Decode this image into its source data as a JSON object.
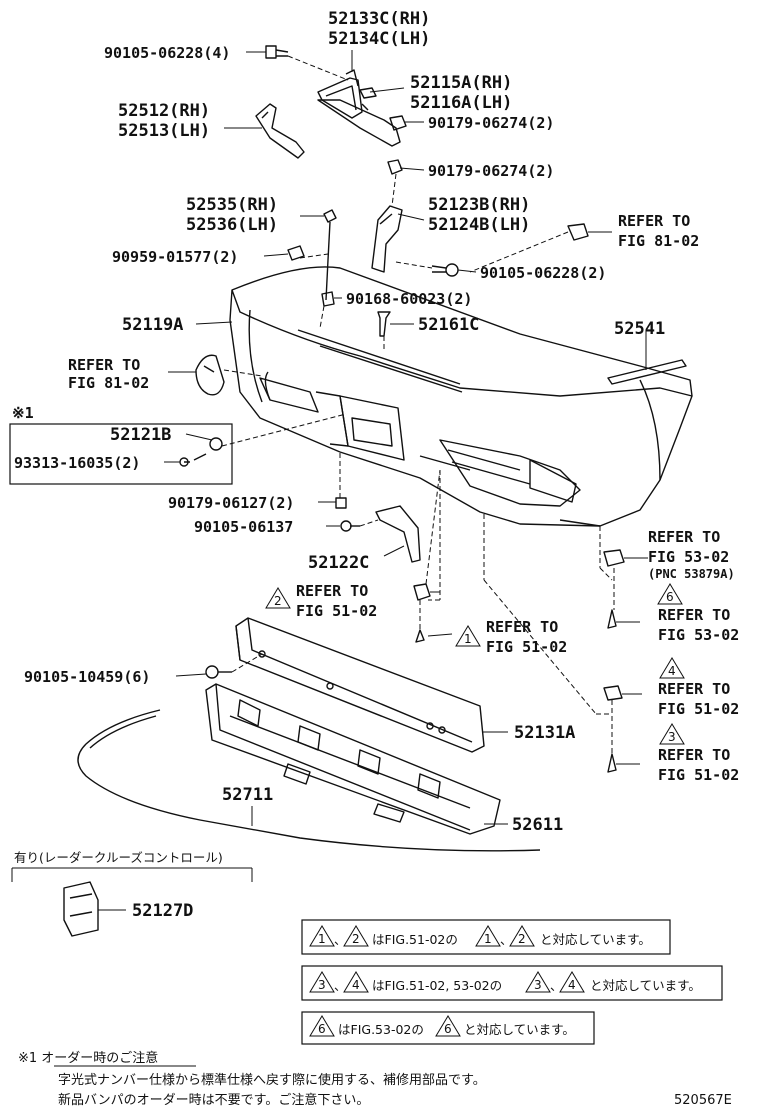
{
  "labels": {
    "p52133C": "52133C(RH)",
    "p52134C": "52134C(LH)",
    "p90105_06228_4": "90105-06228(4)",
    "p52115A": "52115A(RH)",
    "p52116A": "52116A(LH)",
    "p52512": "52512(RH)",
    "p52513": "52513(LH)",
    "p90179_06274_a": "90179-06274(2)",
    "p90179_06274_b": "90179-06274(2)",
    "p52535": "52535(RH)",
    "p52536": "52536(LH)",
    "p52123B": "52123B(RH)",
    "p52124B": "52124B(LH)",
    "p90959_01577": "90959-01577(2)",
    "p90105_06228_2": "90105-06228(2)",
    "p90168_60023": "90168-60023(2)",
    "p52119A": "52119A",
    "p52161C": "52161C",
    "p52541": "52541",
    "star1": "※1",
    "p52121B": "52121B",
    "p93313_16035": "93313-16035(2)",
    "p90179_06127": "90179-06127(2)",
    "p90105_06137": "90105-06137",
    "p52122C": "52122C",
    "p90105_10459": "90105-10459(6)",
    "p52131A": "52131A",
    "p52711": "52711",
    "p52611": "52611",
    "p52127D": "52127D",
    "pnc": "(PNC 53879A)",
    "radar_header": "有り(レーダークルーズコントロール)",
    "figure_code": "520567E"
  },
  "refs": {
    "refer_to": "REFER TO",
    "fig_81_02": "FIG 81-02",
    "fig_53_02": "FIG 53-02",
    "fig_51_02": "FIG 51-02"
  },
  "triangles": [
    "1",
    "2",
    "3",
    "4",
    "6"
  ],
  "legend": {
    "row1_a": "、",
    "row1_b": "はFIG.51-02の",
    "row1_c": "、",
    "row1_d": "と対応しています。",
    "row2_a": "、",
    "row2_b": "はFIG.51-02, 53-02の",
    "row2_c": "、",
    "row2_d": "と対応しています。",
    "row3_b": "はFIG.53-02の",
    "row3_d": "と対応しています。"
  },
  "note": {
    "title": "※1 オーダー時のご注意",
    "line1": "字光式ナンバー仕様から標準仕様へ戻す際に使用する、補修用部品です。",
    "line2": "新品バンパのオーダー時は不要です。ご注意下さい。"
  }
}
